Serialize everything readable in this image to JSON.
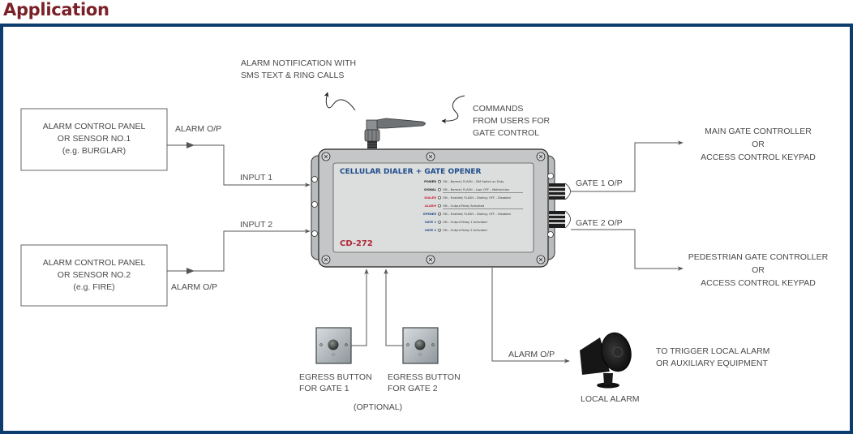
{
  "header": {
    "title": "Application"
  },
  "colors": {
    "title": "#7a2127",
    "frame_border": "#0d3d6e",
    "device_title": "#1f4e8c",
    "device_model": "#b0283a",
    "led_red": "#c8283a",
    "led_blue": "#1f4e8c",
    "led_black": "#222222"
  },
  "notes": {
    "sms": [
      "ALARM NOTIFICATION WITH",
      "SMS TEXT & RING CALLS"
    ],
    "commands": [
      "COMMANDS",
      "FROM USERS FOR",
      "GATE CONTROL"
    ]
  },
  "inputs": [
    {
      "box_lines": [
        "ALARM CONTROL PANEL",
        "OR SENSOR NO.1",
        "(e.g. BURGLAR)"
      ],
      "output_label": "ALARM O/P",
      "input_label": "INPUT 1"
    },
    {
      "box_lines": [
        "ALARM CONTROL PANEL",
        "OR SENSOR NO.2",
        "(e.g. FIRE)"
      ],
      "output_label": "ALARM O/P",
      "input_label": "INPUT 2"
    }
  ],
  "device": {
    "title": "CELLULAR DIALER + GATE OPENER",
    "model": "CD-272",
    "leds": [
      {
        "name": "POWER",
        "color": "black",
        "desc": "ON – Normal;  FLASH – SIM Switch on Duty"
      },
      {
        "name": "SIGNAL",
        "color": "black",
        "desc": "ON – Normal;  FLASH – Low;     OFF – Malfunction"
      },
      {
        "name": "DIALER",
        "color": "red",
        "desc": "ON – Enabled;  FLASH – Dialing;  OFF – Disabled"
      },
      {
        "name": "ALARM",
        "color": "red",
        "desc": "ON – Output Relay Activated"
      },
      {
        "name": "OPENER",
        "color": "blue",
        "desc": "ON – Enabled;  FLASH – Dialing;  OFF – Disabled"
      },
      {
        "name": "GATE 1",
        "color": "blue",
        "desc": "ON – Output Relay 1 Activated"
      },
      {
        "name": "GATE 2",
        "color": "blue",
        "desc": "ON – Output Relay 2 Activated"
      }
    ]
  },
  "outputs": [
    {
      "label": "GATE 1 O/P",
      "target_lines": [
        "MAIN GATE CONTROLLER",
        "OR",
        "ACCESS CONTROL KEYPAD"
      ]
    },
    {
      "label": "GATE 2 O/P",
      "target_lines": [
        "PEDESTRIAN GATE CONTROLLER",
        "OR",
        "ACCESS CONTROL KEYPAD"
      ]
    }
  ],
  "egress": [
    {
      "lines": [
        "EGRESS BUTTON",
        "FOR GATE 1"
      ]
    },
    {
      "lines": [
        "EGRESS BUTTON",
        "FOR GATE 2"
      ]
    }
  ],
  "optional_label": "(OPTIONAL)",
  "local_alarm": {
    "wire_label": "ALARM O/P",
    "caption": "LOCAL ALARM",
    "note_lines": [
      "TO TRIGGER LOCAL ALARM",
      "OR AUXILIARY EQUIPMENT"
    ]
  }
}
